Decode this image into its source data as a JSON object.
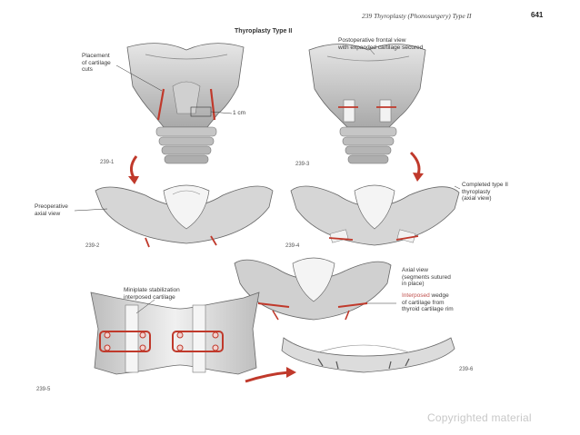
{
  "header": {
    "running_title": "239 Thyroplasty (Phonosurgery) Type II",
    "page_number": "641"
  },
  "section_title": "Thyroplasty Type II",
  "labels": {
    "placement": "Placement\nof cartilage\ncuts",
    "one_cm": "1 cm",
    "postop_frontal": "Postoperative frontal view\nwith expanded cartilage secured",
    "preop_axial": "Preoperative\naxial view",
    "completed": "Completed type II\nthyroplasty\n(axial view)",
    "axial_sutured": "Axial view\n(segments sutured\nin place)",
    "interposed_wedge_red": "Interposed",
    "interposed_wedge_rest": "wedge\nof cartilage from\nthyroid cartilage rim",
    "miniplate": "Miniplate stabilization\ninterposed cartilage"
  },
  "figures": {
    "f1": "239-1",
    "f2": "239-2",
    "f3": "239-3",
    "f4": "239-4",
    "f5": "239-5",
    "f6": "239-6"
  },
  "watermark": "Copyrighted material",
  "colors": {
    "accent_red": "#c0392b",
    "ink": "#555555",
    "shade": "#bfbfbf"
  }
}
